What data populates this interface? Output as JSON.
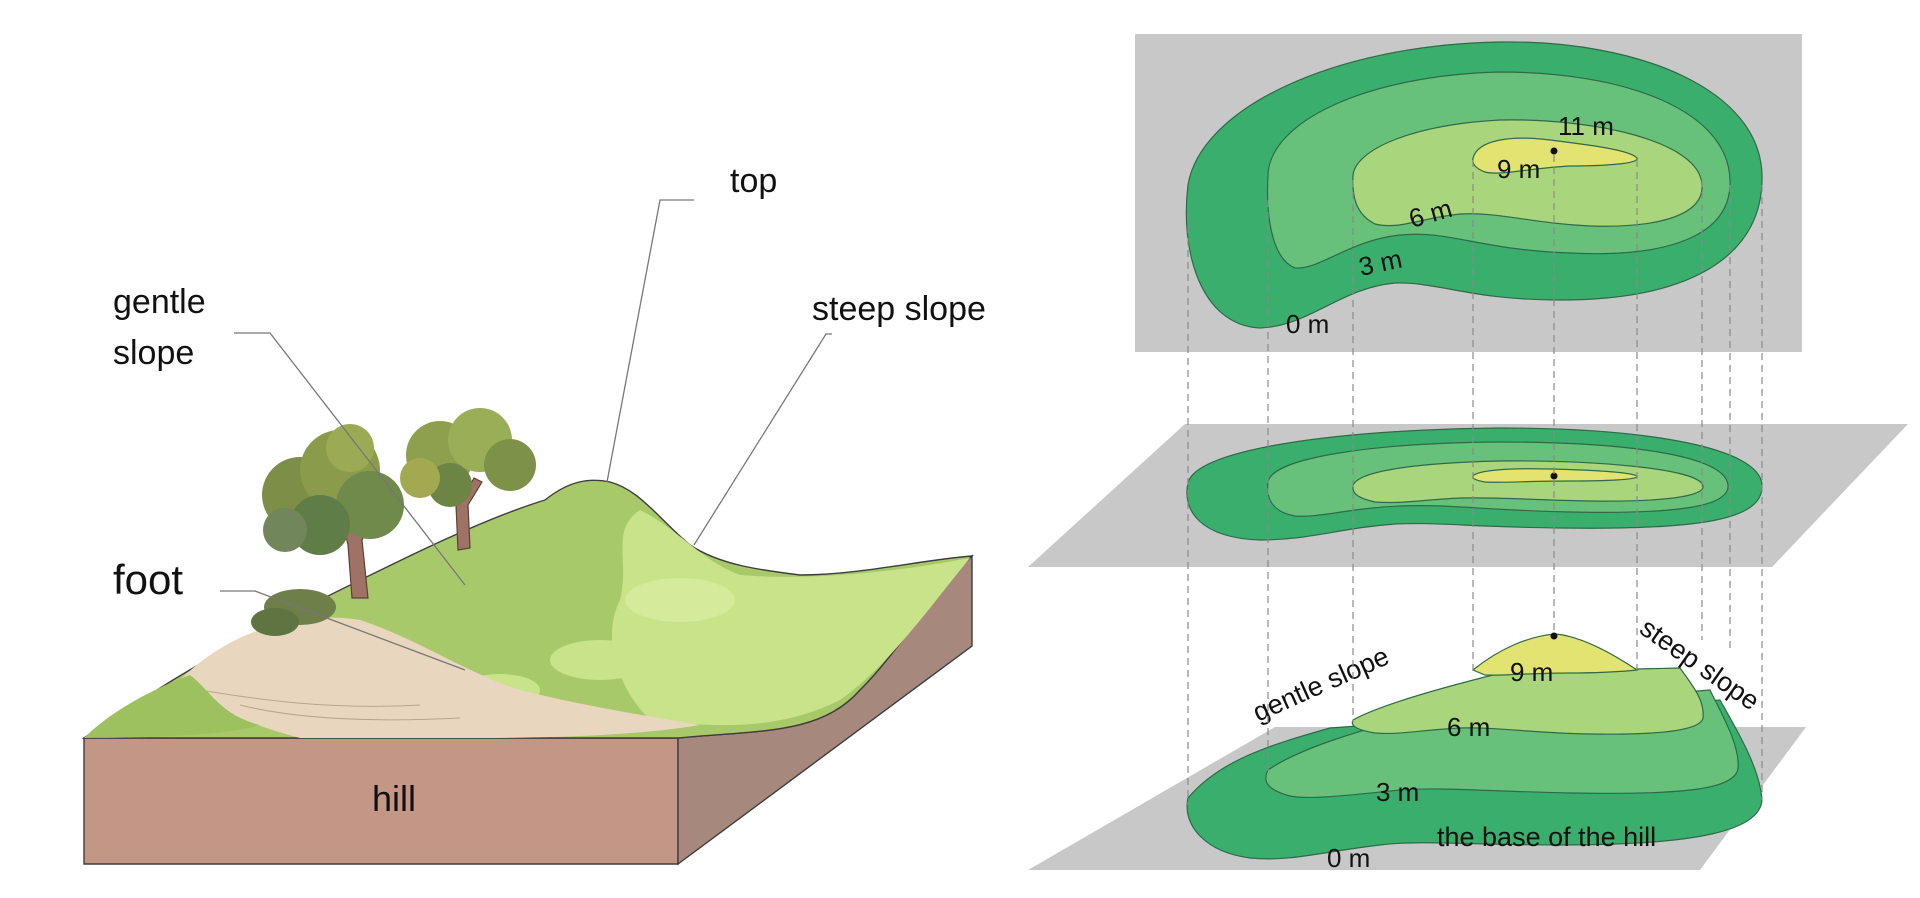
{
  "left_figure": {
    "labels": {
      "top": "top",
      "steep_slope": "steep slope",
      "gentle_slope_line1": "gentle",
      "gentle_slope_line2": "slope",
      "foot": "foot",
      "hill": "hill"
    }
  },
  "right_figure": {
    "map_contours": {
      "c11": "11 m",
      "c9": "9 m",
      "c6": "6 m",
      "c3": "3 m",
      "c0": "0 m"
    },
    "profile": {
      "gentle_slope": "gentle slope",
      "steep_slope": "steep slope",
      "c9": "9 m",
      "c6": "6 m",
      "c3": "3 m",
      "c0": "0 m",
      "base": "the base of the hill"
    }
  },
  "colors": {
    "contour_0": "#3aae6d",
    "contour_3": "#68c17a",
    "contour_6": "#a9d57c",
    "contour_9": "#e3e371",
    "plane_gray": "#c8c8c8",
    "soil": "#c49686",
    "soil_side": "#a7887c",
    "grass": "#a8c96a"
  }
}
